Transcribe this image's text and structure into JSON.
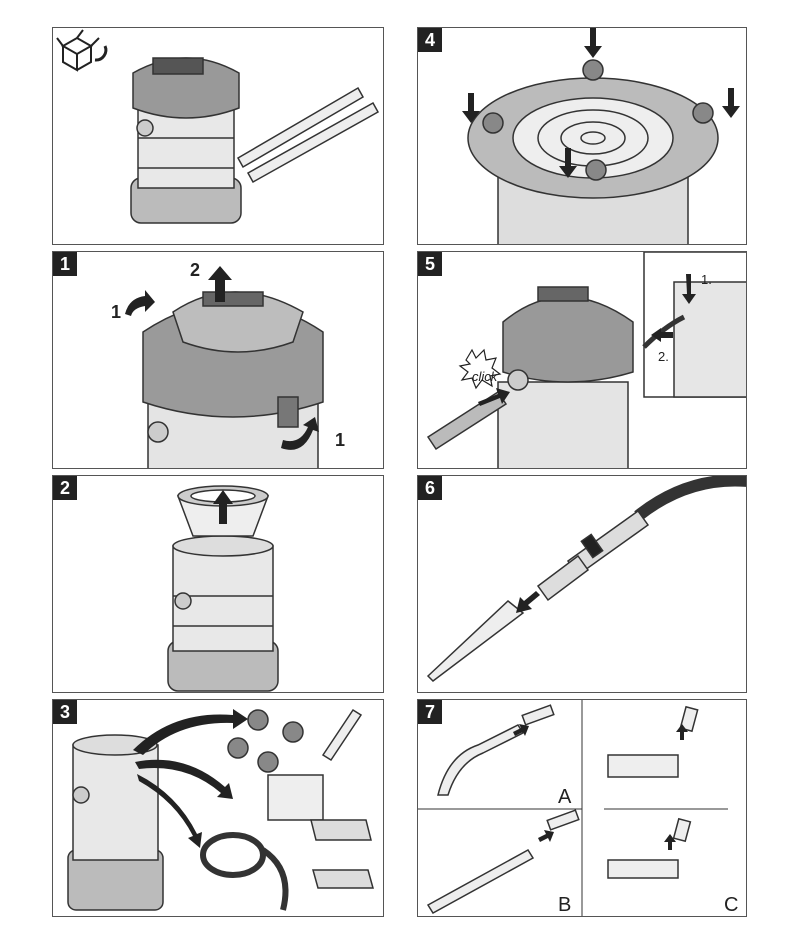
{
  "panels": {
    "p0": {
      "number": ""
    },
    "p1": {
      "number": "1",
      "labels": {
        "step_a": "1",
        "step_b": "2",
        "step_c": "1"
      }
    },
    "p2": {
      "number": "2"
    },
    "p3": {
      "number": "3"
    },
    "p4": {
      "number": "4"
    },
    "p5": {
      "number": "5",
      "labels": {
        "click": "click",
        "step1": "1.",
        "step2": "2."
      }
    },
    "p6": {
      "number": "6"
    },
    "p7": {
      "number": "7",
      "labels": {
        "a": "A",
        "b": "B",
        "c": "C"
      }
    }
  }
}
